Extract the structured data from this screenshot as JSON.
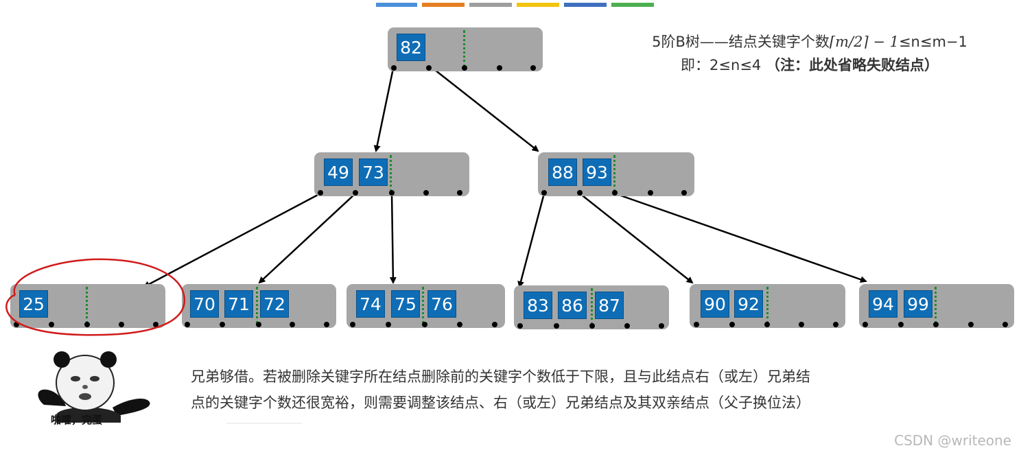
{
  "title_formula": {
    "line1_prefix": "5阶B树——结点关键字个数",
    "line1_math": "⌈m/2⌉ − 1",
    "line1_suffix": "≤n≤m−1",
    "line2_prefix": "即：2≤n≤4  ",
    "line2_note": "（注：此处省略失败结点）"
  },
  "tree": {
    "root": {
      "keys": [
        "82"
      ]
    },
    "level2": [
      {
        "keys": [
          "49",
          "73"
        ]
      },
      {
        "keys": [
          "88",
          "93"
        ]
      }
    ],
    "leaves": [
      {
        "keys": [
          "25"
        ],
        "highlighted": true
      },
      {
        "keys": [
          "70",
          "71",
          "72"
        ]
      },
      {
        "keys": [
          "74",
          "75",
          "76"
        ]
      },
      {
        "keys": [
          "83",
          "86",
          "87"
        ]
      },
      {
        "keys": [
          "90",
          "92"
        ]
      },
      {
        "keys": [
          "94",
          "99"
        ]
      }
    ]
  },
  "description": {
    "line1": "兄弟够借。若被删除关键字所在结点删除前的关键字个数低于下限，且与此结点右（或左）兄弟结",
    "line2": "点的关键字个数还很宽裕，则需要调整该结点、右（或左）兄弟结点及其双亲结点（父子换位法）"
  },
  "meme_caption": "啪嚯，完蛋",
  "watermark": "CSDN @writeone",
  "colors": {
    "node_fill": "#a6a6a6",
    "key_fill": "#0f6db6",
    "separator": "#1e8a2c",
    "highlight": "#d11a1a",
    "top_bar": [
      "#4a90d9",
      "#e67e22",
      "#9e9e9e",
      "#f1c40f",
      "#3f6fbf",
      "#4caf50"
    ]
  }
}
